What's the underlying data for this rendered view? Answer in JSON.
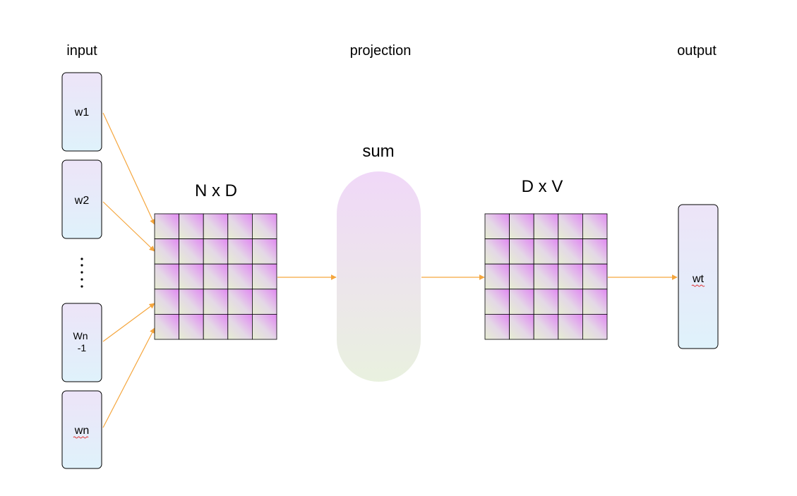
{
  "headers": {
    "input": "input",
    "projection": "projection",
    "output": "output"
  },
  "inputs": [
    {
      "label": "w1"
    },
    {
      "label": "w2"
    },
    {
      "label": "Wn\n-1"
    },
    {
      "label": "wn",
      "spell_underline": true
    }
  ],
  "ellipsis": ".....",
  "matrix_left": {
    "label": "N x D",
    "rows": 5,
    "cols": 5
  },
  "sum": {
    "label": "sum"
  },
  "matrix_right": {
    "label": "D x V",
    "rows": 5,
    "cols": 5
  },
  "output": {
    "label": "wt",
    "spell_underline": true
  },
  "colors": {
    "arrow": "#F5A63D",
    "box_top": "#EDE4F8",
    "box_bottom": "#DFF2FB",
    "cell_magenta": "#E188F2",
    "cell_olive": "#E6EDD2",
    "sum_top": "#F0D8F8",
    "sum_bottom": "#E9F1DF",
    "stroke": "#000000"
  }
}
